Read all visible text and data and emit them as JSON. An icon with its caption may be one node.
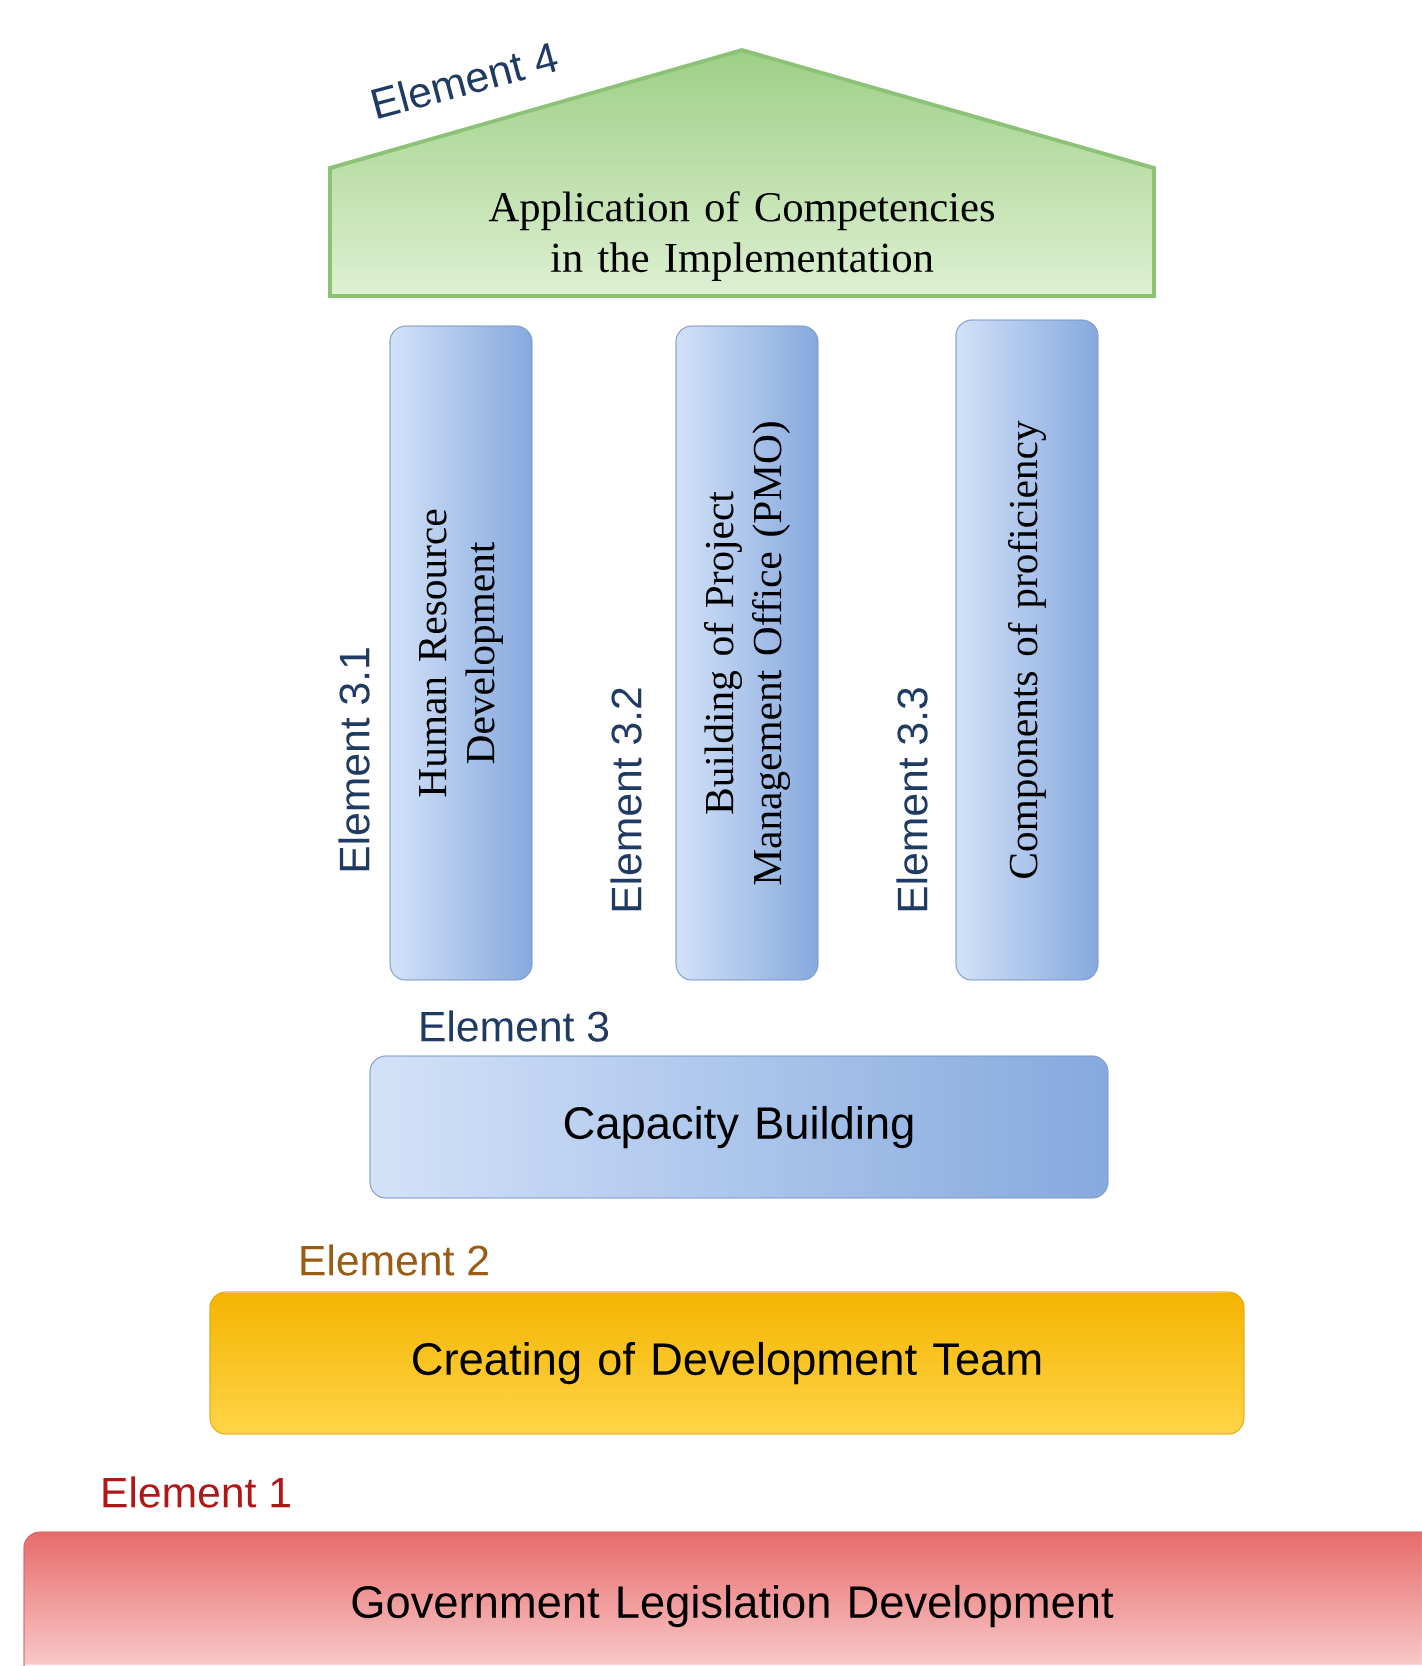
{
  "diagram": {
    "nodes": [
      {
        "text": [
          "Element 4",
          "Application of Competencies in the Implementation"
        ]
      },
      {
        "text": [
          "Human Resource Development"
        ],
        "beside": [
          "Element 3.1"
        ]
      },
      {
        "text": [
          "Building of Project Management Office (PMO)"
        ],
        "beside": [
          "Element 3.2"
        ]
      },
      {
        "text": [
          "Components of proficiency"
        ],
        "beside": [
          "Element 3.3"
        ]
      },
      {
        "text": [
          "Capacity Building"
        ],
        "beside": [
          "Element 3"
        ]
      },
      {
        "text": [
          "Creating of Development Team"
        ],
        "beside": [
          "Element 2"
        ]
      },
      {
        "text": [
          "Government Legislation Development"
        ],
        "beside": [
          "Element 1"
        ]
      }
    ]
  }
}
